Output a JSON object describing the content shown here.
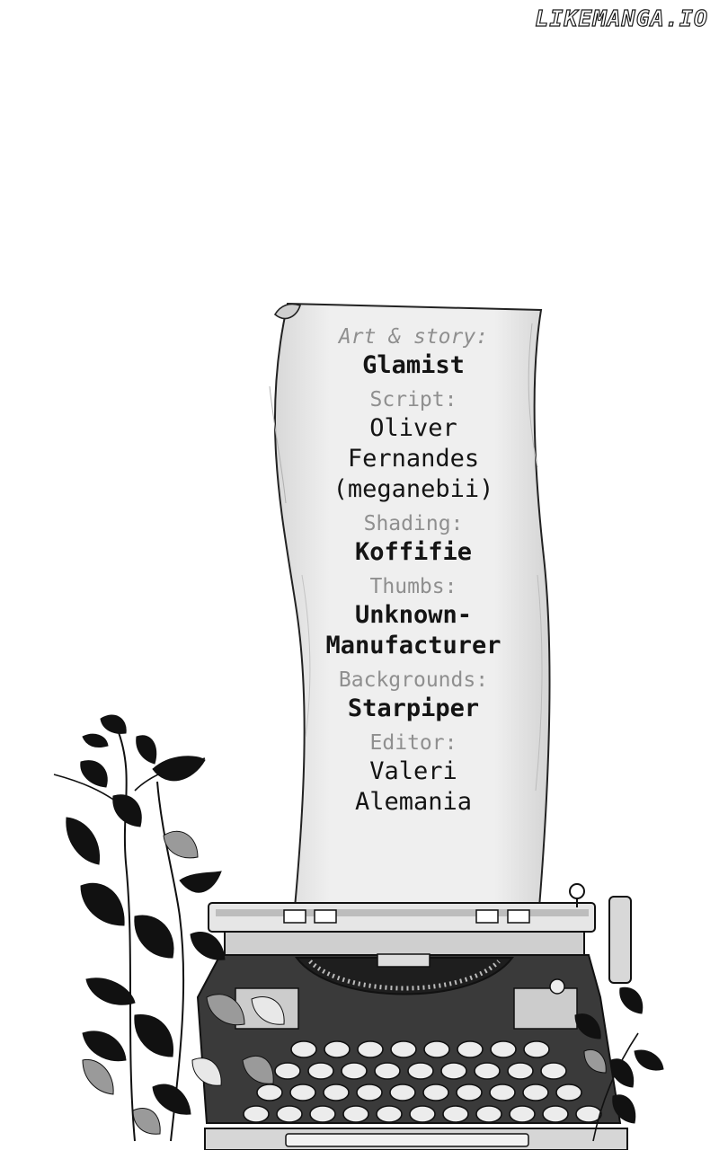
{
  "watermark": "LIKEMANGA.IO",
  "credits": {
    "art_story_label": "Art & story:",
    "art_story_name": "Glamist",
    "script_label": "Script:",
    "script_name_1": "Oliver",
    "script_name_2": "Fernandes",
    "script_name_3": "(meganebii)",
    "shading_label": "Shading:",
    "shading_name": "Koffifie",
    "thumbs_label": "Thumbs:",
    "thumbs_name_1": "Unknown-",
    "thumbs_name_2": "Manufacturer",
    "backgrounds_label": "Backgrounds:",
    "backgrounds_name": "Starpiper",
    "editor_label": "Editor:",
    "editor_name_1": "Valeri",
    "editor_name_2": "Alemania"
  },
  "icons": [
    "paper-scroll-icon",
    "typewriter-icon",
    "leafy-plant-icon"
  ],
  "colors": {
    "ink": "#141414",
    "label_gray": "#8f8f8f",
    "paper": "#ececec",
    "background": "#ffffff"
  }
}
